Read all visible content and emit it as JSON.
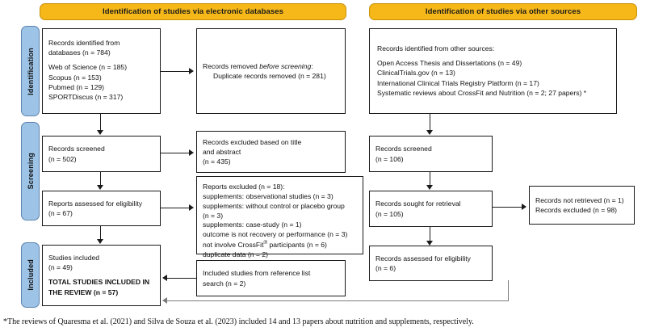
{
  "diagram": {
    "title": "PRISMA flow diagram",
    "colors": {
      "header_bar": "#F6B818",
      "side_label": "#9DC3E6",
      "box_border": "#1a1a1a",
      "connector": "#1a1a1a",
      "connector_grey": "#7b7b7b"
    }
  },
  "headers": {
    "left": "Identification of studies via electronic databases",
    "right": "Identification of studies via other sources"
  },
  "stage_labels": {
    "identification": "Identification",
    "screening": "Screening",
    "included": "Included"
  },
  "boxes": {
    "records_identified_databases": {
      "line1": "Records identified from",
      "line2": "databases (n = 784)",
      "sources": [
        "Web of Science (n = 185)",
        "Scopus (n = 153)",
        "Pubmed (n = 129)",
        "SPORTDiscus (n = 317)"
      ]
    },
    "records_removed": {
      "line1": "Records removed ",
      "line1_italic": "before screening",
      "line1_end": ":",
      "line2": "Duplicate records removed (n = 281)"
    },
    "records_screened_left": {
      "line1": "Records screened",
      "line2": "(n = 502)"
    },
    "records_excluded_title_abstract": {
      "line1": "Records excluded based on title",
      "line2": "and abstract",
      "line3": "(n = 435)"
    },
    "reports_assessed": {
      "line1": "Reports assessed for eligibility",
      "line2": "(n = 67)"
    },
    "reports_excluded": {
      "line1": "Reports excluded (n = 18):",
      "line2": "supplements: observational studies (n = 3)",
      "line3": "supplements: without control or placebo group",
      "line4": "(n = 3)",
      "line5": "supplements: case-study (n = 1)",
      "line6": "outcome is not recovery or performance (n = 3)",
      "line7a": "not involve CrossFit",
      "line7sup": "®",
      "line7b": " participants (n = 6)",
      "line8": "duplicate data (n = 2)"
    },
    "studies_included": {
      "line1": "Studies included",
      "line2": "(n = 49)",
      "total1": "TOTAL STUDIES INCLUDED IN",
      "total2": "THE REVIEW (n = 57)"
    },
    "included_from_reference_list": {
      "line1": "Included studies from reference list",
      "line2": "search (n = 2)"
    },
    "records_identified_other": {
      "line1": "Records identified from other sources:",
      "sources": [
        "Open Access Thesis and Dissertations (n = 49)",
        "ClinicalTrials.gov (n = 13)",
        "International Clinical Trials Registry Platform (n = 17)"
      ],
      "source_last_a": "Systematic reviews about CrossFit and Nutrition (n = 2; 27 papers) ",
      "source_last_star": "*"
    },
    "records_screened_right": {
      "line1": "Records screened",
      "line2": "(n = 106)"
    },
    "records_sought": {
      "line1": "Records sought for retrieval",
      "line2": "(n = 105)"
    },
    "records_not_retrieved": {
      "line1": "Records not retrieved (n = 1)",
      "line2": "Records excluded (n = 98)"
    },
    "records_assessed_right": {
      "line1": "Records assessed for eligibility",
      "line2": "(n = 6)"
    }
  },
  "footnote": {
    "star": "*",
    "text": "The reviews of Quaresma et al. (2021) and Silva de Souza et al. (2023) included 14 and 13 papers about nutrition and supplements, respectively."
  }
}
